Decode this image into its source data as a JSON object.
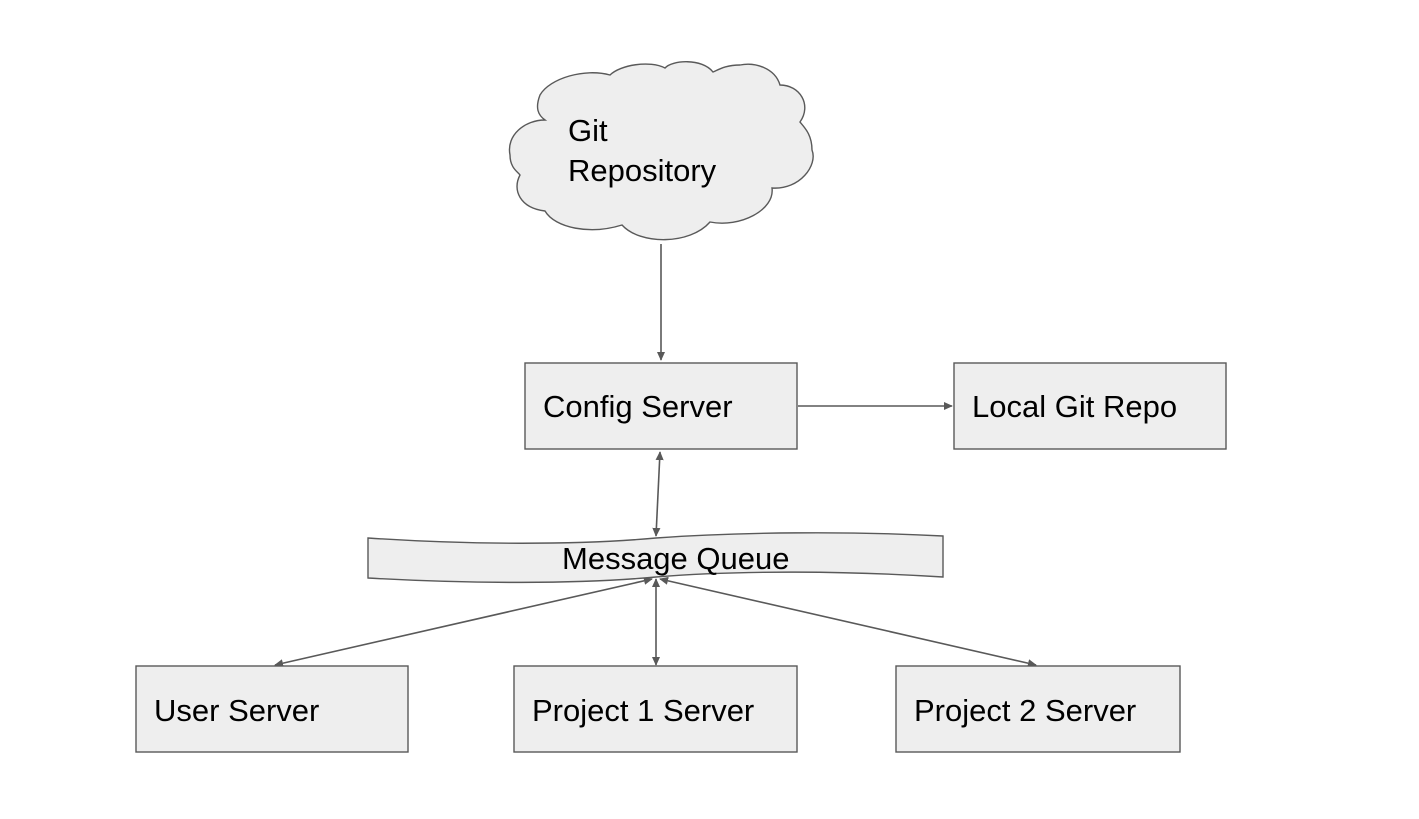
{
  "diagram": {
    "nodes": {
      "git_repository": {
        "line1": "Git",
        "line2": "Repository",
        "shape": "cloud"
      },
      "config_server": {
        "label": "Config Server",
        "shape": "rectangle"
      },
      "local_git_repo": {
        "label": "Local Git Repo",
        "shape": "rectangle"
      },
      "message_queue": {
        "label": "Message Queue",
        "shape": "wavy-banner"
      },
      "user_server": {
        "label": "User Server",
        "shape": "rectangle"
      },
      "project1_server": {
        "label": "Project 1 Server",
        "shape": "rectangle"
      },
      "project2_server": {
        "label": "Project 2 Server",
        "shape": "rectangle"
      }
    },
    "edges": [
      {
        "from": "git_repository",
        "to": "config_server",
        "direction": "one-way"
      },
      {
        "from": "config_server",
        "to": "local_git_repo",
        "direction": "one-way"
      },
      {
        "from": "config_server",
        "to": "message_queue",
        "direction": "two-way"
      },
      {
        "from": "message_queue",
        "to": "user_server",
        "direction": "two-way"
      },
      {
        "from": "message_queue",
        "to": "project1_server",
        "direction": "two-way"
      },
      {
        "from": "message_queue",
        "to": "project2_server",
        "direction": "two-way"
      }
    ],
    "colors": {
      "node_fill": "#eeeeee",
      "stroke": "#595959",
      "text": "#000000"
    }
  }
}
